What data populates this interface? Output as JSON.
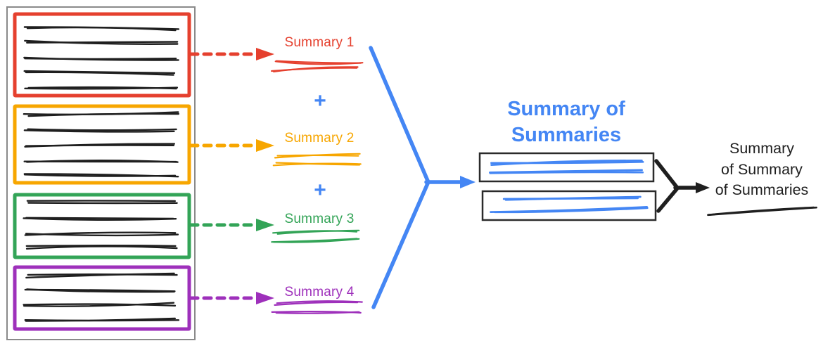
{
  "canvas": {
    "background": "#ffffff"
  },
  "colors": {
    "red": "#e5402e",
    "orange": "#f7a600",
    "green": "#33a457",
    "purple": "#9e30bb",
    "blue": "#4486f4",
    "ink": "#1f1f1f",
    "container_border": "#8a8a8a",
    "box_border": "#2b2b2b"
  },
  "source_documents": {
    "count": 4,
    "boxes": [
      {
        "color": "red",
        "line_count": 5
      },
      {
        "color": "orange",
        "line_count": 5
      },
      {
        "color": "green",
        "line_count": 4
      },
      {
        "color": "purple",
        "line_count": 4
      }
    ]
  },
  "summaries": [
    {
      "label": "Summary 1",
      "color": "red"
    },
    {
      "label": "Summary 2",
      "color": "orange"
    },
    {
      "label": "Summary 3",
      "color": "green"
    },
    {
      "label": "Summary 4",
      "color": "purple"
    }
  ],
  "operators": {
    "plus": "+"
  },
  "summary_of_summaries": {
    "title_line1": "Summary of",
    "title_line2": "Summaries",
    "box_count": 2,
    "lines_per_box": 2
  },
  "final_summary": {
    "line1": "Summary",
    "line2": "of Summary",
    "line3": "of Summaries"
  }
}
